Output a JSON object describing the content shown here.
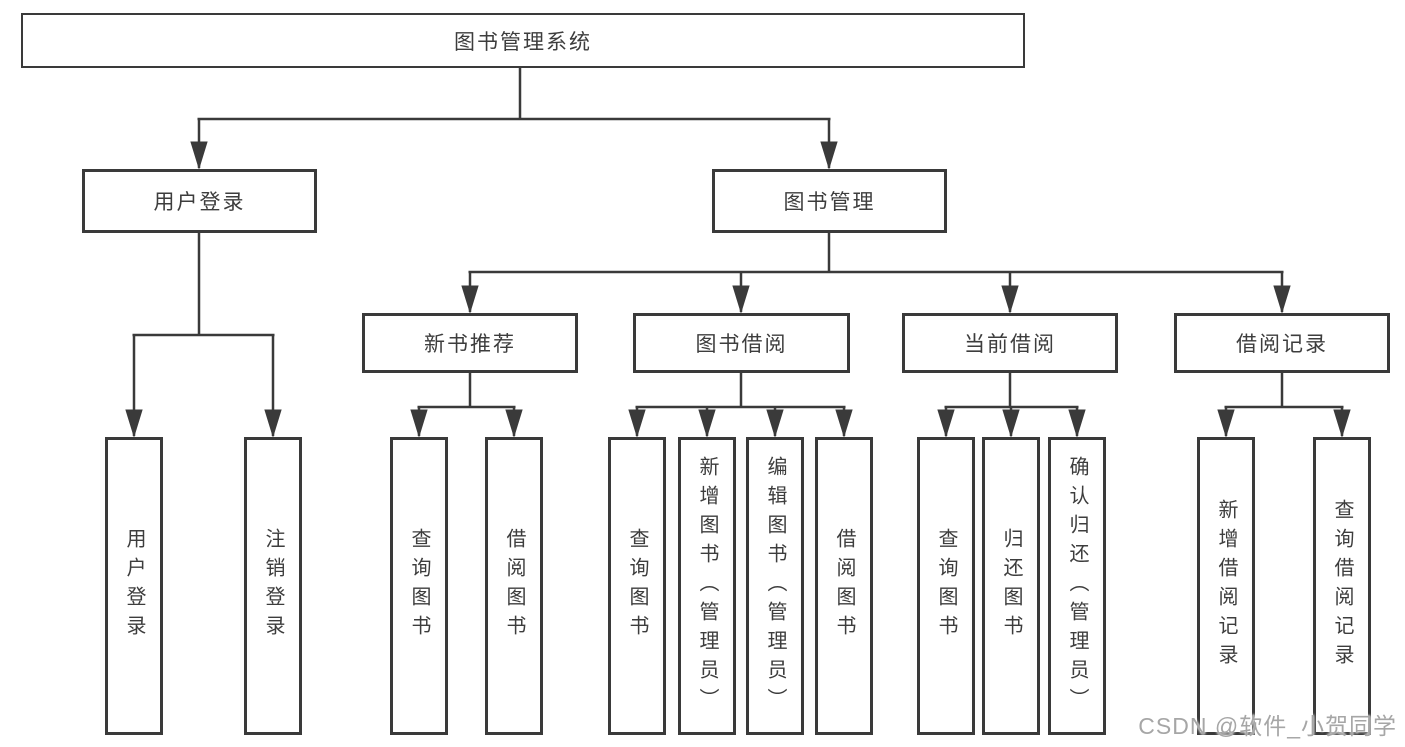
{
  "diagram": {
    "root": "图书管理系统",
    "level2": [
      "用户登录",
      "图书管理"
    ],
    "level3": [
      "新书推荐",
      "图书借阅",
      "当前借阅",
      "借阅记录"
    ],
    "leaves_user_login": [
      "用户登录",
      "注销登录"
    ],
    "leaves_new_book": [
      "查询图书",
      "借阅图书"
    ],
    "leaves_book_borrow": [
      "查询图书",
      "新增图书（管理员）",
      "编辑图书（管理员）",
      "借阅图书"
    ],
    "leaves_current_borrow": [
      "查询图书",
      "归还图书",
      "确认归还（管理员）"
    ],
    "leaves_borrow_records": [
      "新增借阅记录",
      "查询借阅记录"
    ]
  },
  "watermark": "CSDN @软件_小贺同学",
  "colors": {
    "background": "#ffffff",
    "line": "#3a3a3a",
    "box_border": "#3a3a3a",
    "text": "#3d3d3d",
    "watermark": "#a6a6a6"
  }
}
